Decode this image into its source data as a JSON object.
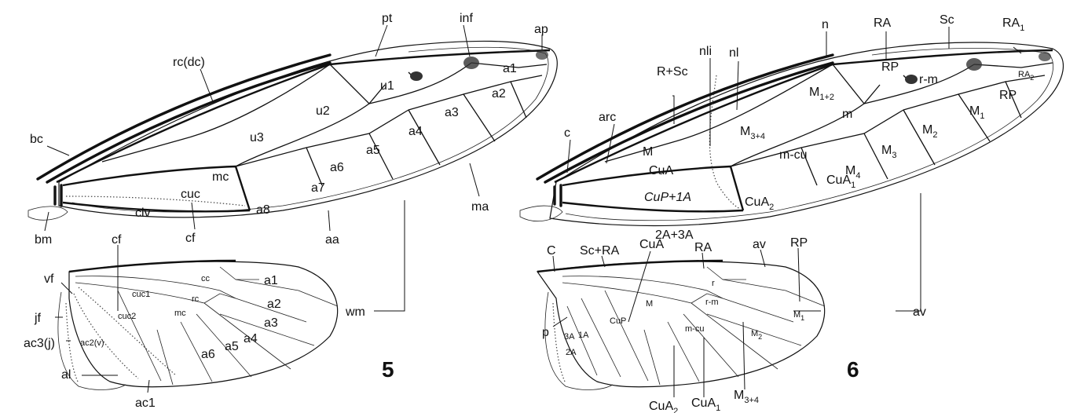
{
  "figure_numbers": {
    "fig5": "5",
    "fig6": "6"
  },
  "fig5_labels": {
    "pt": "pt",
    "inf": "inf",
    "ap": "ap",
    "rc_dc": "rc(dc)",
    "a1": "a1",
    "a2": "a2",
    "a3": "a3",
    "a4": "a4",
    "a5": "a5",
    "a6": "a6",
    "a7": "a7",
    "a8": "a8",
    "u1": "u1",
    "u2": "u2",
    "u3": "u3",
    "mc": "mc",
    "bc": "bc",
    "cuc": "cuc",
    "clv": "clv",
    "ma": "ma",
    "aa": "aa",
    "cf": "cf",
    "bm": "bm",
    "wm": "wm"
  },
  "fig5_hind": {
    "cf": "cf",
    "vf": "vf",
    "jf": "jf",
    "ac3_j": "ac3(j)",
    "al": "al",
    "ac1": "ac1",
    "ac2_v": "ac2(v)",
    "cuc1": "cuc1",
    "cuc2": "cuc2",
    "cc": "cc",
    "rc": "rc",
    "mc": "mc",
    "a1": "a1",
    "a2": "a2",
    "a3": "a3",
    "a4": "a4",
    "a5": "a5",
    "a6": "a6"
  },
  "fig6_labels": {
    "n": "n",
    "RA": "RA",
    "Sc": "Sc",
    "RA1": "RA",
    "RA1_sub": "1",
    "R_Sc": "R+Sc",
    "nli": "nli",
    "nl": "nl",
    "arc": "arc",
    "c": "c",
    "RA2": "RA",
    "RA2_sub": "2",
    "RP_a": "RP",
    "RP_b": "RP",
    "r_m": "r-m",
    "M12": "M",
    "M12_sub": "1+2",
    "M1": "M",
    "M1_sub": "1",
    "m": "m",
    "M2": "M",
    "M2_sub": "2",
    "M34": "M",
    "M34_sub": "3+4",
    "M3": "M",
    "M3_sub": "3",
    "M": "M",
    "m_cu": "m-cu",
    "M4": "M",
    "M4_sub": "4",
    "CuA": "CuA",
    "CuA1": "CuA",
    "CuA1_sub": "1",
    "CuP_1A": "CuP+1A",
    "CuA2": "CuA",
    "CuA2_sub": "2",
    "A23": "2A+3A"
  },
  "fig6_hind": {
    "C": "C",
    "Sc_RA": "Sc+RA",
    "CuA": "CuA",
    "RA": "RA",
    "av": "av",
    "RP": "RP",
    "av_right": "av",
    "r": "r",
    "r_m": "r-m",
    "M": "M",
    "M1": "M",
    "M1_sub": "1",
    "CuP": "CuP",
    "m_cu": "m-cu",
    "M2": "M",
    "M2_sub": "2",
    "p": "p",
    "A3": "3A",
    "A1": "1A",
    "A2": "2A",
    "CuA2": "CuA",
    "CuA2_sub": "2",
    "CuA1": "CuA",
    "CuA1_sub": "1",
    "M34": "M",
    "M34_sub": "3+4"
  }
}
